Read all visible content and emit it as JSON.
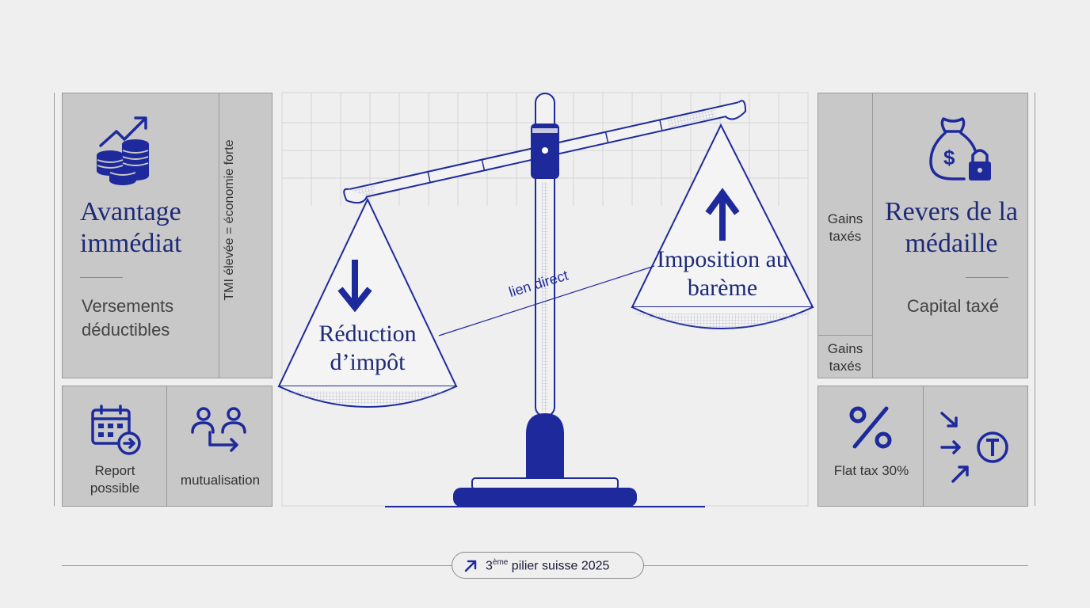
{
  "left": {
    "title": "Avantage immédiat",
    "subtitle": "Versements déductibles",
    "side_note": "TMI élevée = économie forte",
    "tile1": "Report possible",
    "tile2": "mutualisation"
  },
  "right": {
    "title": "Revers de la médaille",
    "subtitle": "Capital taxé",
    "side_note1": "Gains taxés",
    "side_note2": "Gains taxés",
    "tile1": "Flat tax 30%"
  },
  "scale": {
    "left_pan": "Réduction d’impôt",
    "right_pan": "Imposition au barème",
    "link_label": "lien direct"
  },
  "footer": {
    "label_prefix": "3",
    "label_sup": "ème",
    "label_rest": " pilier suisse 2025"
  },
  "colors": {
    "navy": "#1e2a9c",
    "panel": "#c8c8c8",
    "background": "#efefef"
  }
}
